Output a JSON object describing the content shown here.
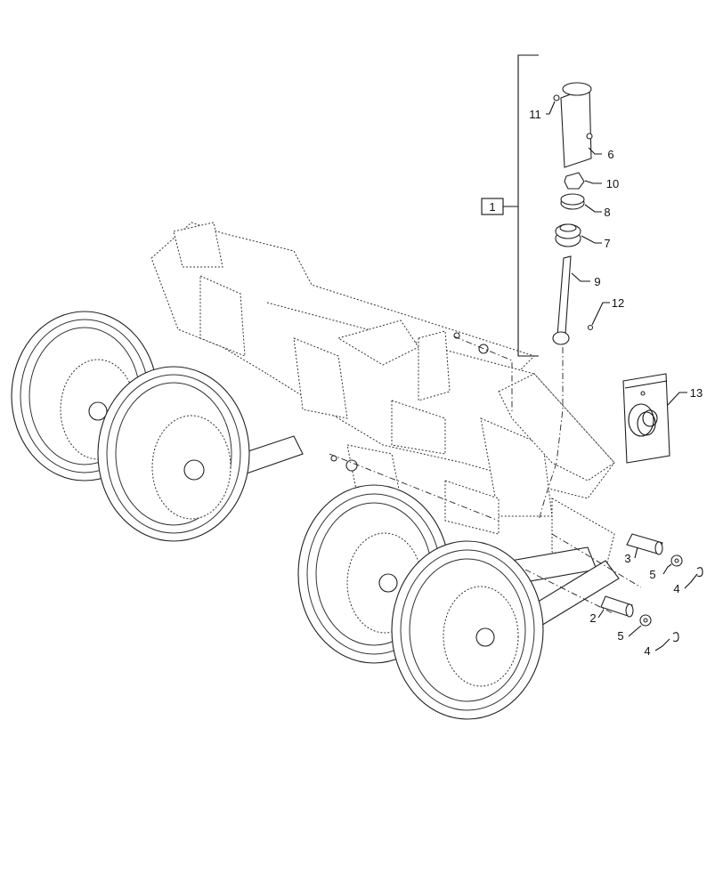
{
  "callouts": [
    {
      "id": "c1",
      "text": "1"
    },
    {
      "id": "c2",
      "text": "2"
    },
    {
      "id": "c3",
      "text": "3"
    },
    {
      "id": "c4a",
      "text": "4"
    },
    {
      "id": "c4b",
      "text": "4"
    },
    {
      "id": "c5a",
      "text": "5"
    },
    {
      "id": "c5b",
      "text": "5"
    },
    {
      "id": "c6",
      "text": "6"
    },
    {
      "id": "c7",
      "text": "7"
    },
    {
      "id": "c8",
      "text": "8"
    },
    {
      "id": "c9",
      "text": "9"
    },
    {
      "id": "c10",
      "text": "10"
    },
    {
      "id": "c11",
      "text": "11"
    },
    {
      "id": "c12",
      "text": "12"
    },
    {
      "id": "c13",
      "text": "13"
    }
  ]
}
